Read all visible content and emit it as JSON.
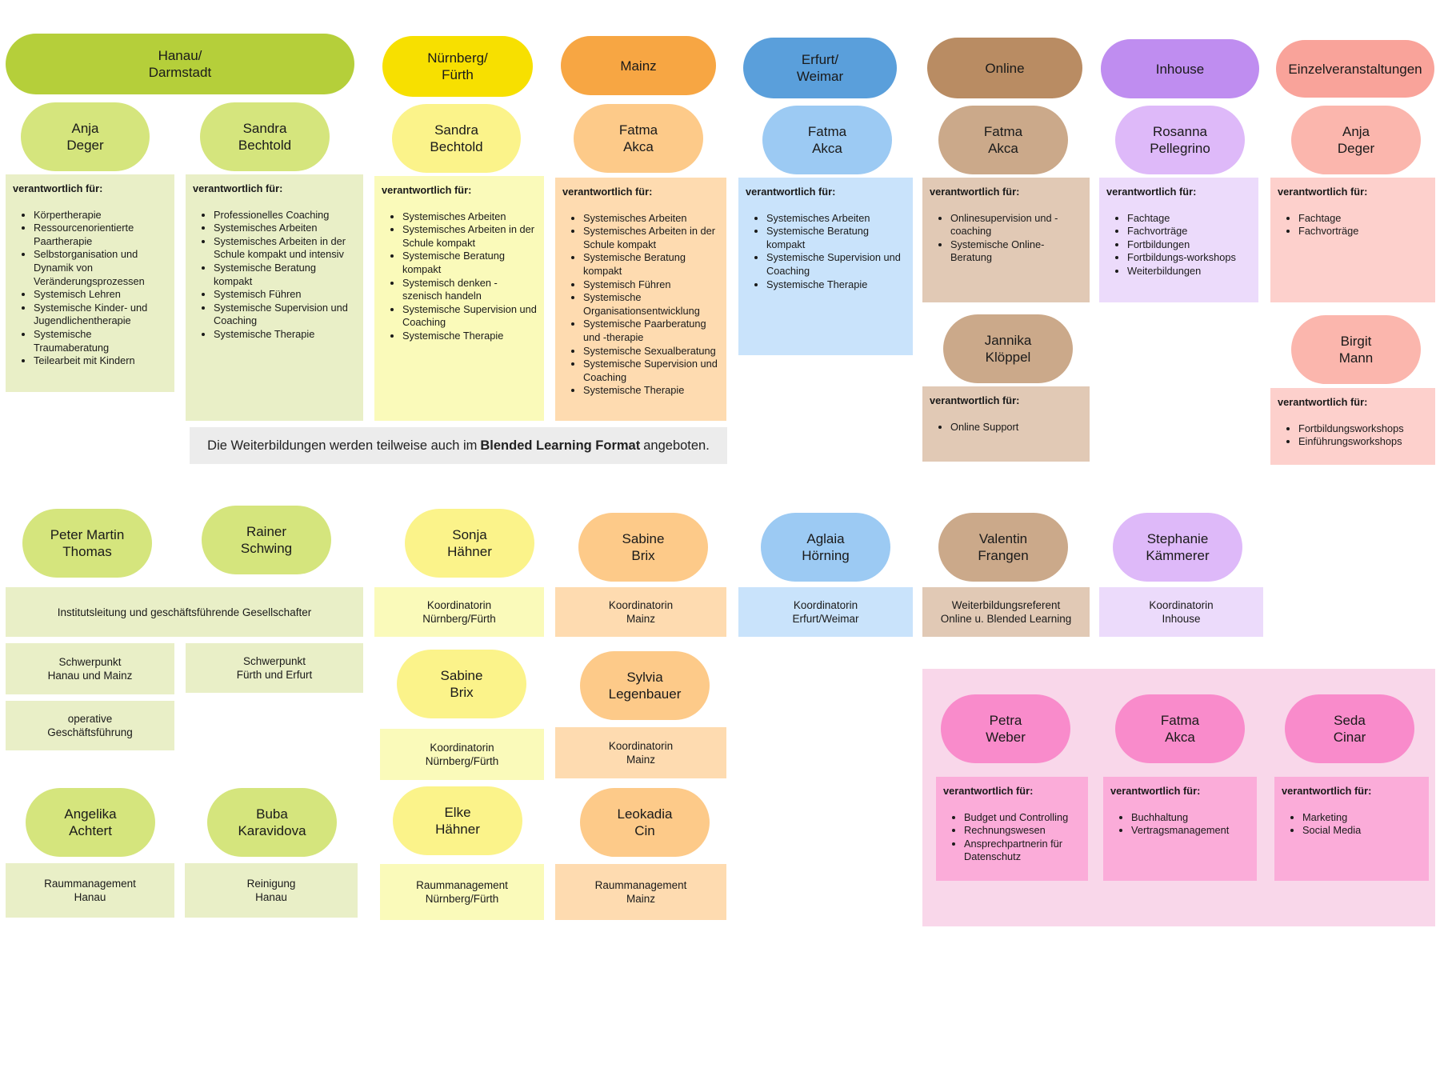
{
  "colors": {
    "green_dark": "#b5cf3a",
    "green_mid": "#d5e57d",
    "green_light": "#e9efc7",
    "yellow_dark": "#f7e000",
    "yellow_mid": "#fbf38a",
    "yellow_light": "#fafaba",
    "orange_dark": "#f7a643",
    "orange_mid": "#fdca89",
    "orange_light": "#fedbb0",
    "blue_dark": "#5a9fdb",
    "blue_mid": "#9ccaf3",
    "blue_light": "#c9e3fb",
    "brown_dark": "#b98c63",
    "brown_mid": "#cba98a",
    "brown_light": "#e1c9b5",
    "purple_dark": "#bf8df0",
    "purple_mid": "#deb9f9",
    "purple_light": "#ecdbfb",
    "coral_dark": "#f9a39a",
    "coral_mid": "#fbb6ad",
    "coral_light": "#fdd0cc",
    "pink_bg": "#f9d7ea",
    "pink_mid": "#f98bcb",
    "pink_light": "#fbacd9"
  },
  "headers": {
    "hanau": "Hanau/\nDarmstadt",
    "nuernberg": "Nürnberg/\nFürth",
    "mainz": "Mainz",
    "erfurt": "Erfurt/\nWeimar",
    "online": "Online",
    "inhouse": "Inhouse",
    "einzel": "Einzelveranstaltungen"
  },
  "resp_label": "verantwortlich für:",
  "people": {
    "anja_hanau": "Anja\nDeger",
    "sandra_hanau": "Sandra\nBechtold",
    "sandra_nbg": "Sandra\nBechtold",
    "fatma_mainz": "Fatma\nAkca",
    "fatma_erfurt": "Fatma\nAkca",
    "fatma_online": "Fatma\nAkca",
    "jannika": "Jannika\nKlöppel",
    "rosanna": "Rosanna\nPellegrino",
    "anja_einzel": "Anja\nDeger",
    "birgit": "Birgit\nMann",
    "peter": "Peter Martin\nThomas",
    "rainer": "Rainer\nSchwing",
    "sonja": "Sonja\nHähner",
    "sabine_mainz": "Sabine\nBrix",
    "aglaia": "Aglaia\nHörning",
    "valentin": "Valentin\nFrangen",
    "stephanie": "Stephanie\nKämmerer",
    "sabine_nbg": "Sabine\nBrix",
    "sylvia": "Sylvia\nLegenbauer",
    "elke": "Elke\nHähner",
    "leokadia": "Leokadia\nCin",
    "angelika": "Angelika\nAchtert",
    "buba": "Buba\nKaravidova",
    "petra": "Petra\nWeber",
    "fatma_admin": "Fatma\nAkca",
    "seda": "Seda\nCinar"
  },
  "resp": {
    "anja_hanau": [
      "Körpertherapie",
      "Ressourcenorientierte Paartherapie",
      "Selbstorganisation und Dynamik von Veränderungsprozessen",
      "Systemisch Lehren",
      "Systemische Kinder- und Jugendlichentherapie",
      "Systemische Traumaberatung",
      "Teilearbeit mit Kindern"
    ],
    "sandra_hanau": [
      "Professionelles Coaching",
      "Systemisches Arbeiten",
      "Systemisches Arbeiten in der Schule kompakt und intensiv",
      "Systemische Beratung kompakt",
      "Systemisch Führen",
      "Systemische Supervision und Coaching",
      "Systemische Therapie"
    ],
    "sandra_nbg": [
      "Systemisches Arbeiten",
      "Systemisches Arbeiten in der Schule kompakt",
      "Systemische Beratung kompakt",
      "Systemisch denken - szenisch handeln",
      "Systemische Supervision und Coaching",
      "Systemische Therapie"
    ],
    "fatma_mainz": [
      "Systemisches Arbeiten",
      "Systemisches Arbeiten in der Schule kompakt",
      "Systemische Beratung kompakt",
      "Systemisch Führen",
      "Systemische Organisationsentwicklung",
      "Systemische Paarberatung und -therapie",
      "Systemische Sexualberatung",
      "Systemische Supervision und Coaching",
      "Systemische Therapie"
    ],
    "fatma_erfurt": [
      "Systemisches Arbeiten",
      "Systemische Beratung kompakt",
      "Systemische Supervision und Coaching",
      "Systemische Therapie"
    ],
    "fatma_online": [
      "Onlinesupervision und -coaching",
      "Systemische Online-Beratung"
    ],
    "jannika": [
      "Online Support"
    ],
    "rosanna": [
      "Fachtage",
      "Fachvorträge",
      "Fortbildungen",
      "Fortbildungs-workshops",
      "Weiterbildungen"
    ],
    "anja_einzel": [
      "Fachtage",
      "Fachvorträge"
    ],
    "birgit": [
      "Fortbildungsworkshops",
      "Einführungsworkshops"
    ],
    "petra": [
      "Budget und Controlling",
      "Rechnungswesen",
      "Ansprechpartnerin für Datenschutz"
    ],
    "fatma_admin": [
      "Buchhaltung",
      "Vertragsmanagement"
    ],
    "seda": [
      "Marketing",
      "Social Media"
    ]
  },
  "note": {
    "pre": "Die Weiterbildungen werden teilweise auch im",
    "bold": "Blended Learning Format",
    "post": "angeboten."
  },
  "roles": {
    "institut": "Institutsleitung und geschäftsführende Gesellschafter",
    "schwer_hanau": "Schwerpunkt\nHanau und Mainz",
    "schwer_fuerth": "Schwerpunkt\nFürth und Erfurt",
    "operative": "operative\nGeschäftsführung",
    "sonja": "Koordinatorin\nNürnberg/Fürth",
    "sabine_mainz": "Koordinatorin\nMainz",
    "aglaia": "Koordinatorin\nErfurt/Weimar",
    "valentin": "Weiterbildungsreferent\nOnline u. Blended Learning",
    "stephanie": "Koordinatorin\nInhouse",
    "sabine_nbg": "Koordinatorin\nNürnberg/Fürth",
    "sylvia": "Koordinatorin\nMainz",
    "elke": "Raummanagement\nNürnberg/Fürth",
    "leokadia": "Raummanagement\nMainz",
    "angelika": "Raummanagement\nHanau",
    "buba": "Reinigung\nHanau"
  }
}
